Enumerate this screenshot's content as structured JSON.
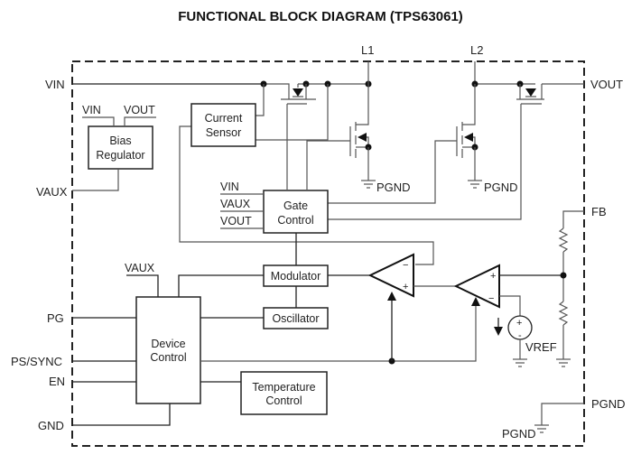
{
  "title": "FUNCTIONAL BLOCK DIAGRAM (TPS63061)",
  "pins": {
    "vin": "VIN",
    "vaux": "VAUX",
    "pg": "PG",
    "ps_sync": "PS/SYNC",
    "en": "EN",
    "gnd": "GND",
    "l1": "L1",
    "l2": "L2",
    "vout": "VOUT",
    "fb": "FB",
    "pgnd": "PGND"
  },
  "blocks": {
    "bias_regulator": [
      "Bias",
      "Regulator"
    ],
    "current_sensor": [
      "Current",
      "Sensor"
    ],
    "gate_control": [
      "Gate",
      "Control"
    ],
    "modulator": "Modulator",
    "oscillator": "Oscillator",
    "device_control": [
      "Device",
      "Control"
    ],
    "temperature_control": [
      "Temperature",
      "Control"
    ]
  },
  "internal_labels": {
    "bias_vin": "VIN",
    "bias_vout": "VOUT",
    "gate_vin": "VIN",
    "gate_vaux": "VAUX",
    "gate_vout": "VOUT",
    "dev_vaux": "VAUX",
    "pgnd1": "PGND",
    "pgnd2": "PGND",
    "pgnd3": "PGND",
    "vref": "VREF"
  },
  "signs": {
    "plus": "+",
    "minus": "−",
    "minus_small": "-"
  }
}
